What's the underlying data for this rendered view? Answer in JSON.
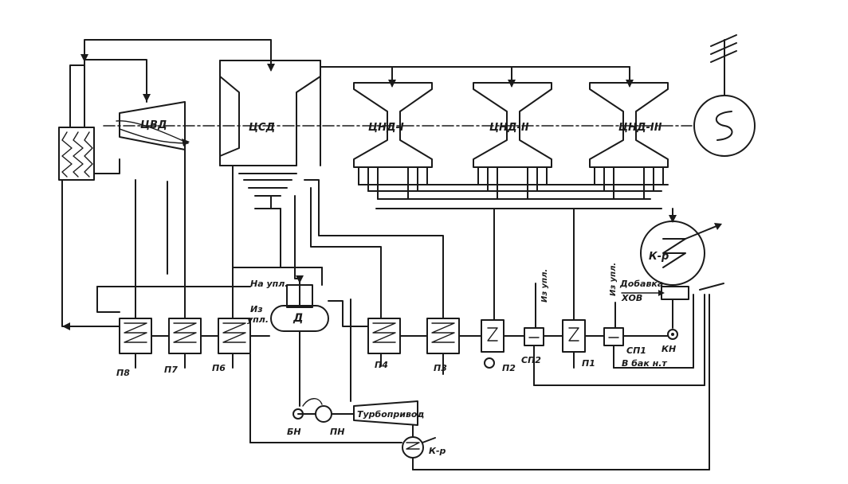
{
  "labels": {
    "hp_cylinder": "ЦВД",
    "ip_cylinder": "ЦСД",
    "lp_cylinder_1": "ЦНД-I",
    "lp_cylinder_2": "ЦНД-II",
    "lp_cylinder_3": "ЦНД-III",
    "deaerator": "Д",
    "condenser_main": "К-р",
    "condenser_aux": "К-р",
    "turbo_drive": "Турбопривод",
    "booster_pump": "БН",
    "feed_pump": "ПН",
    "condensate_pump": "КН",
    "heater_p8": "П8",
    "heater_p7": "П7",
    "heater_p6": "П6",
    "heater_p4": "П4",
    "heater_p3": "П3",
    "heater_p2": "П2",
    "heater_p1": "П1",
    "cooler_sp2": "СП2",
    "cooler_sp1": "СП1",
    "to_seals": "На упл.",
    "from_seals_left_1": "Из",
    "from_seals_left_2": "упл.",
    "from_seals_mid": "Из упл.",
    "from_seals_right": "Из упл.",
    "makeup_1": "Добавка",
    "makeup_2": "ХОВ",
    "to_tank": "В бак н.т"
  },
  "colors": {
    "ink": "#1a1a1a",
    "paper": "#ffffff"
  }
}
